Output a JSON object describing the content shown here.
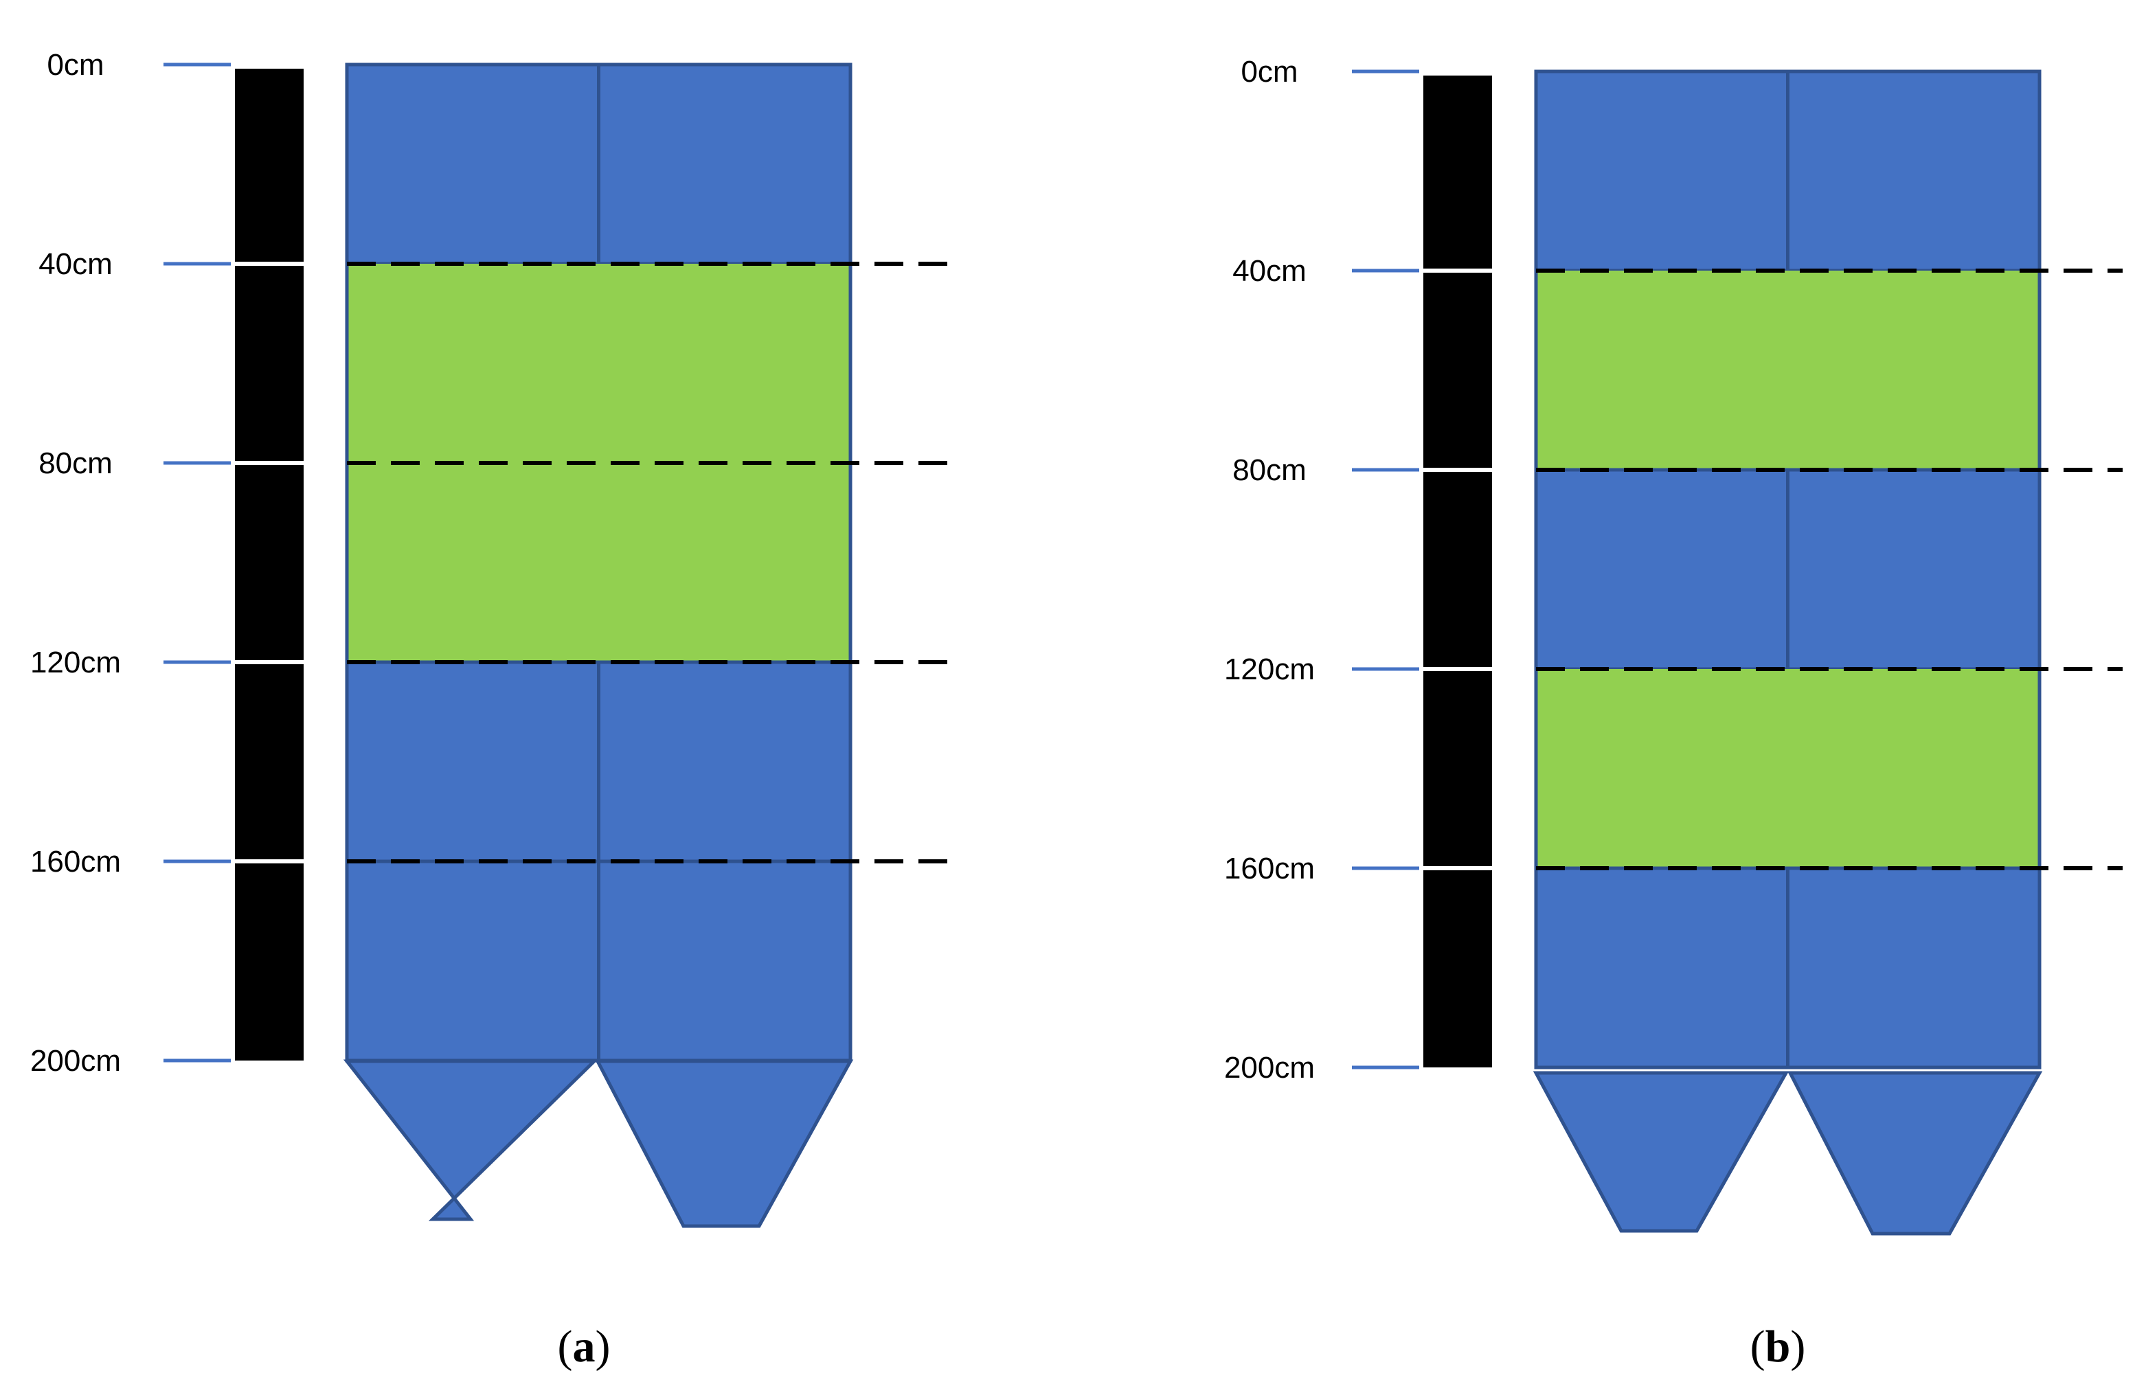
{
  "colors": {
    "blue": "#4472C4",
    "blue_edge": "#2F528F",
    "green": "#92D050",
    "tick": "#4472C4",
    "ruler": "#000000",
    "dash": "#000000"
  },
  "depth_labels": [
    "0cm",
    "40cm",
    "80cm",
    "120cm",
    "160cm",
    "200cm"
  ],
  "panels": [
    {
      "caption": {
        "open": "(",
        "letter": "a",
        "close": ")"
      },
      "layers": [
        "blue",
        "green",
        "green",
        "blue",
        "blue"
      ],
      "split_layers": [
        true,
        false,
        false,
        true,
        true
      ],
      "dashed_boundaries_cm": [
        40,
        80,
        120,
        160
      ]
    },
    {
      "caption": {
        "open": "(",
        "letter": "b",
        "close": ")"
      },
      "layers": [
        "blue",
        "green",
        "blue",
        "green",
        "blue"
      ],
      "split_layers": [
        true,
        false,
        true,
        false,
        true
      ],
      "dashed_boundaries_cm": [
        40,
        80,
        120,
        160
      ]
    }
  ]
}
